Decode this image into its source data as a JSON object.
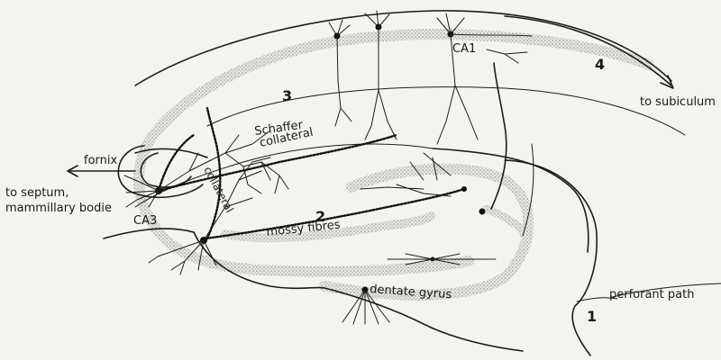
{
  "labels": {
    "ca1": "CA1",
    "ca3": "CA3",
    "schaffer": "Schaffer",
    "collateral": "collateral",
    "collateral_rotated": "collateral",
    "mossy_fibres": "mossy fibres",
    "dentate_gyrus": "dentate gyrus",
    "perforant_path": "perforant path",
    "to_subiculum": "to subiculum",
    "fornix": "fornix",
    "to_septum": "to septum,",
    "mammillary_bodies": "mammillary bodie",
    "region_1": "1",
    "region_2": "2",
    "region_3": "3",
    "region_4": "4"
  },
  "colors": {
    "ink": "#1c1c1c",
    "paper": "#f4f3ef",
    "stipple": "#9a9a9a"
  }
}
